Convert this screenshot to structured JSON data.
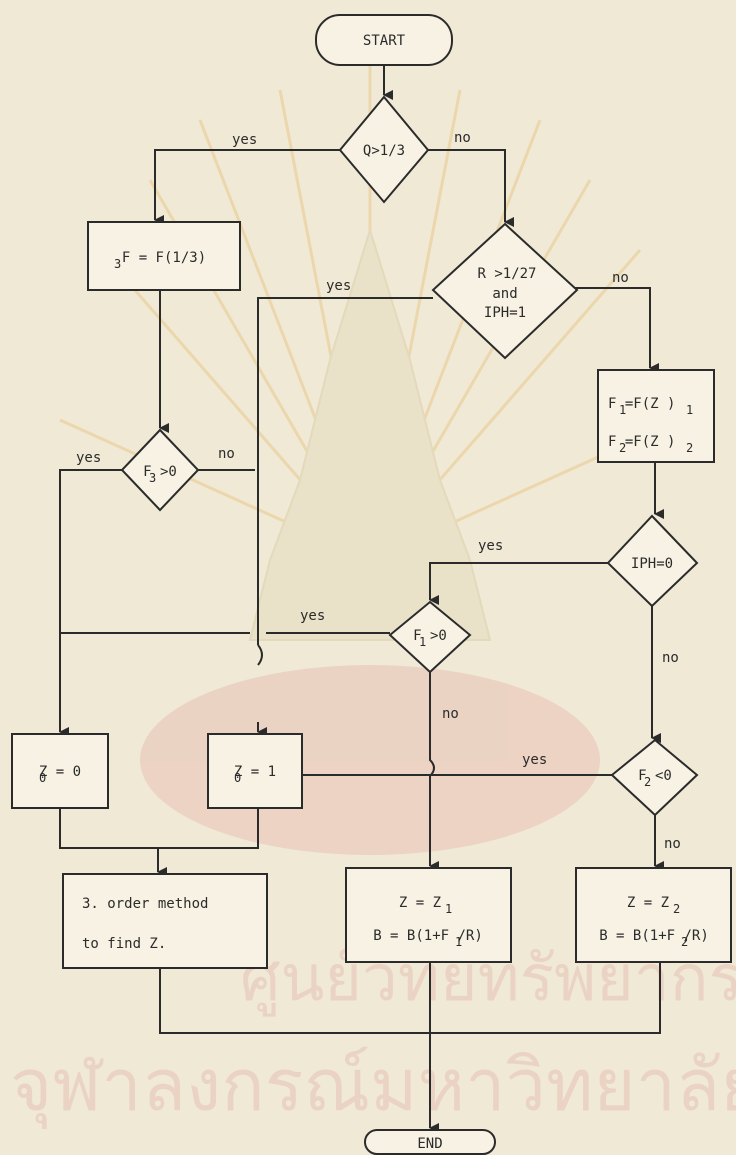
{
  "colors": {
    "ink": "#2b2b2b",
    "paper": "#efe9d6",
    "fill": "#f7f2e3",
    "watermark": "#e8b9b0"
  },
  "nodes": {
    "start": "START",
    "q_check": "Q>1/3",
    "f3_assign": "F  = F(1/3)",
    "f3_assign_sub": "3",
    "r_check_line1": "R >1/27",
    "r_check_line2": "and",
    "r_check_line3": "IPH=1",
    "f1f2_line1": "F  =F(Z )",
    "f1f2_line2": "F  =F(Z )",
    "f3_pos": "F >0",
    "iph0": "IPH=0",
    "f1_pos": "F >0",
    "f2_neg": "F <0",
    "z0_zero": "Z  = 0",
    "z0_one": "Z  = 1",
    "order_line1": "3. order method",
    "order_line2": "to find Z.",
    "z1_line1": "Z = Z",
    "z1_line2": "B = B(1+F /R)",
    "z2_line1": "Z = Z",
    "z2_line2": "B = B(1+F /R)",
    "end": "END"
  },
  "subscripts": {
    "one": "1",
    "two": "2",
    "three": "3",
    "zero": "0"
  },
  "edge_labels": {
    "q_yes": "yes",
    "q_no": "no",
    "r_yes": "yes",
    "r_no": "no",
    "f3_yes": "yes",
    "f3_no": "no",
    "iph_yes": "yes",
    "iph_no": "no",
    "f1_yes": "yes",
    "f1_no": "no",
    "f2_yes": "yes",
    "f2_no": "no"
  }
}
